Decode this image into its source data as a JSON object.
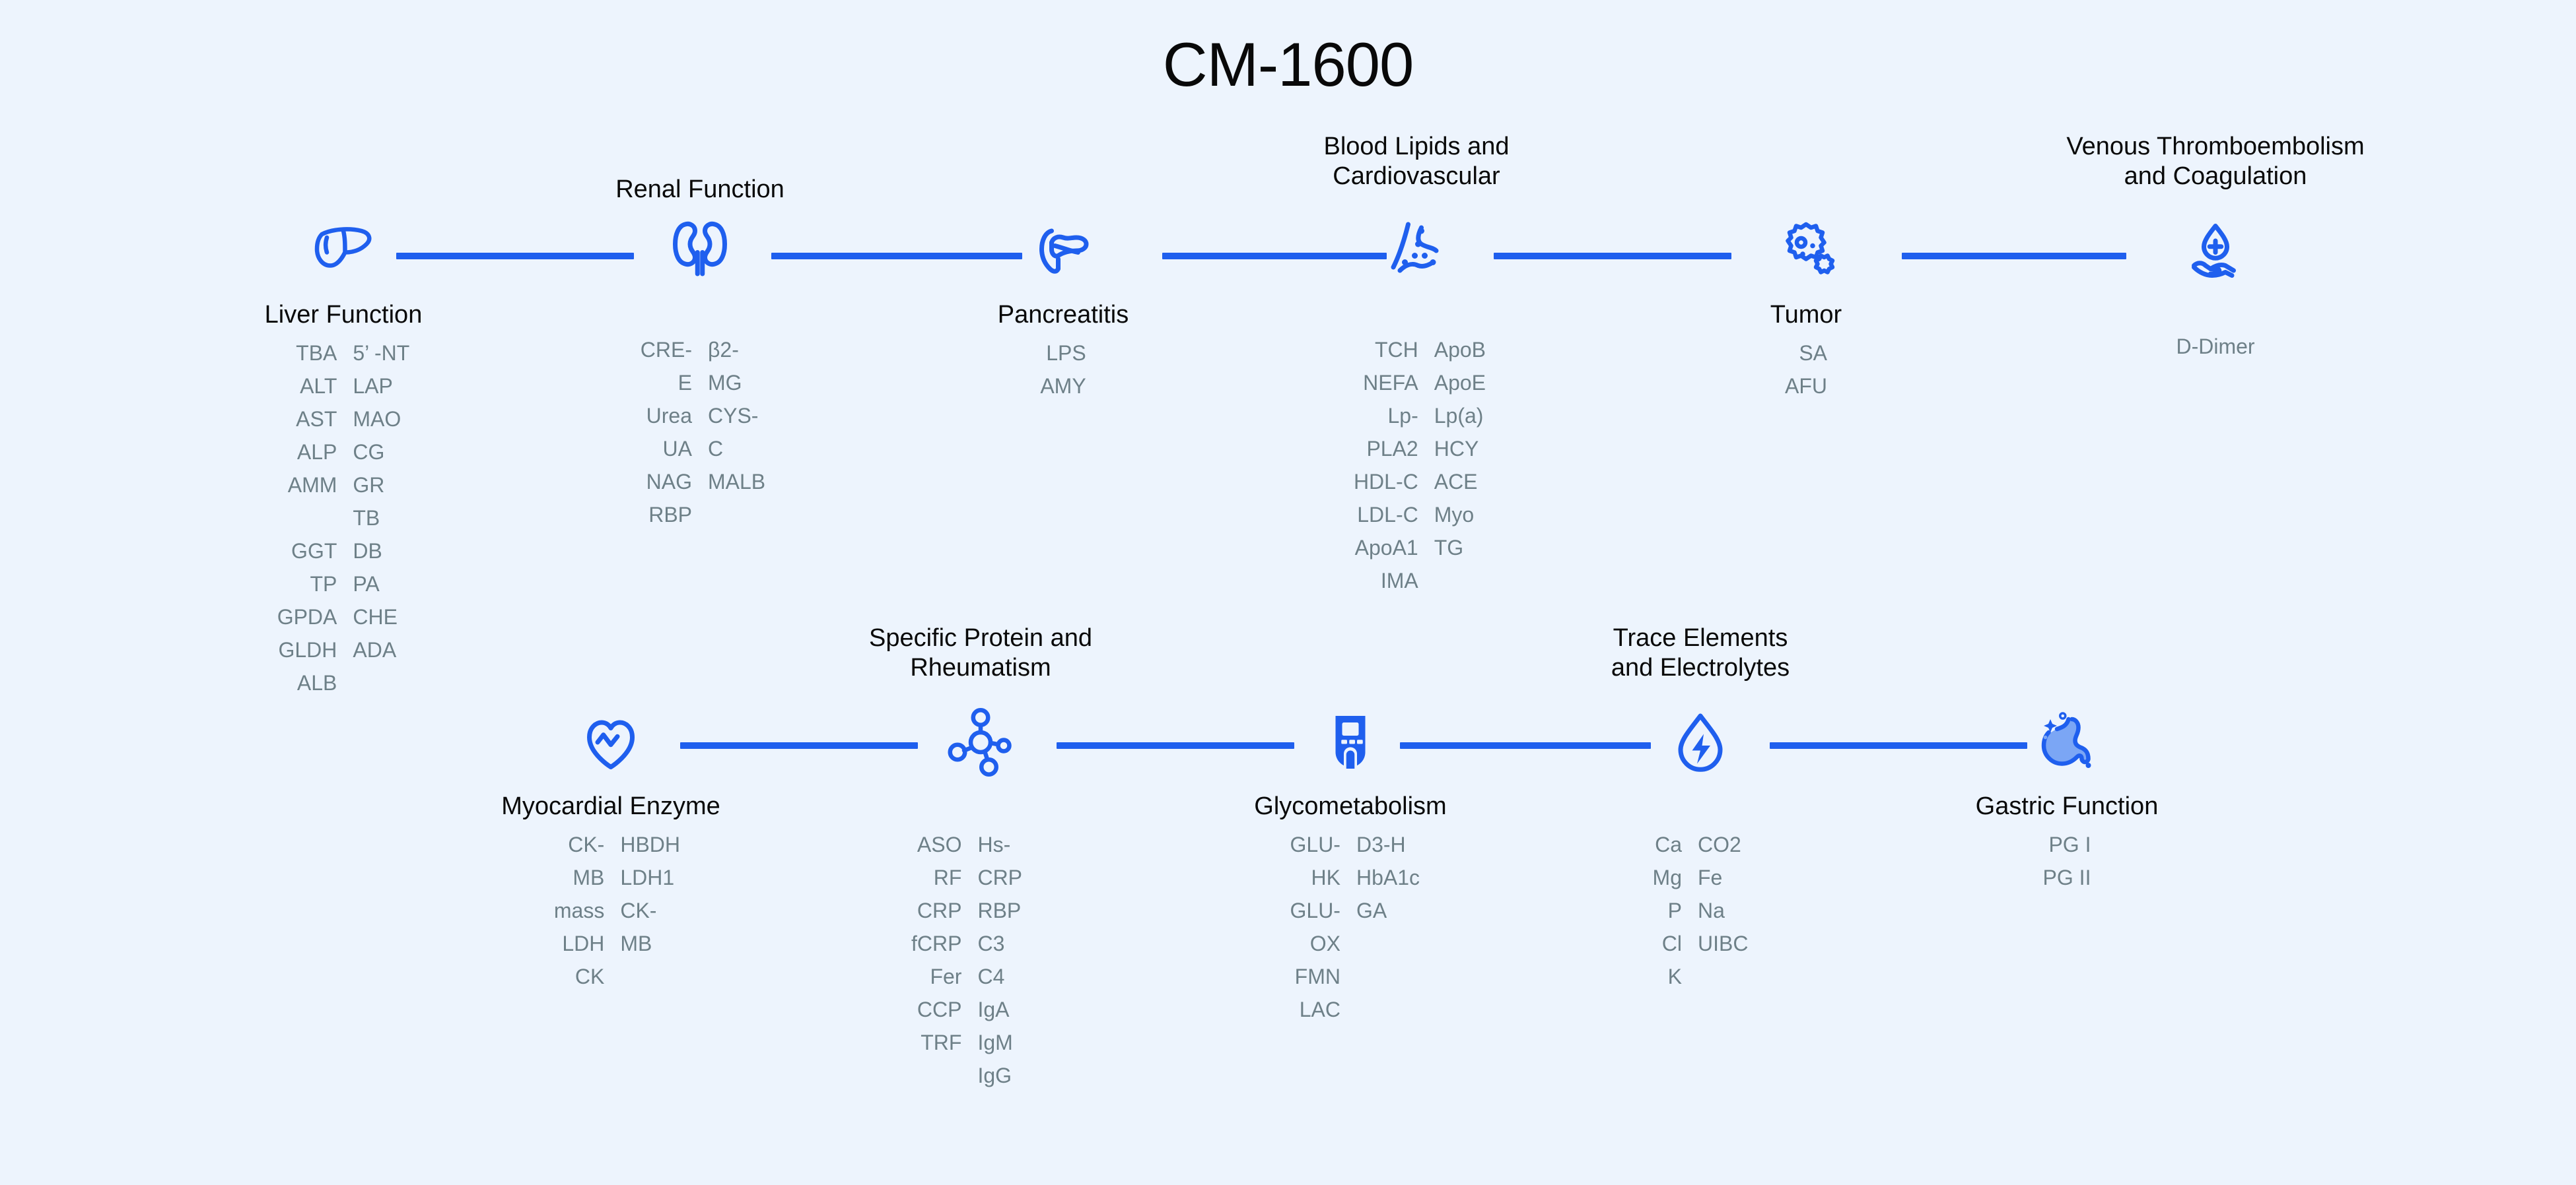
{
  "page": {
    "title": "CM-1600",
    "background": "#edf4fd",
    "accent": "#1f5fee",
    "title_color": "#090909",
    "item_color": "#6e8088"
  },
  "rows": [
    {
      "name": "top-row",
      "nodes": [
        {
          "id": "liver-function",
          "title": "Liver Function",
          "icon": "liver-icon",
          "title_position": "below",
          "columns": [
            {
              "items": [
                "TBA",
                "ALT",
                "AST",
                "ALP",
                "AMM",
                "",
                "GGT",
                "TP",
                "GPDA",
                "GLDH",
                "ALB"
              ]
            },
            {
              "items": [
                "5’ -NT",
                "LAP",
                "MAO",
                "CG",
                "GR",
                "TB",
                "DB",
                "PA",
                "CHE",
                "ADA"
              ]
            }
          ]
        },
        {
          "id": "renal-function",
          "title": "Renal Function",
          "icon": "kidneys-icon",
          "title_position": "above",
          "columns": [
            {
              "items": [
                "CRE-E",
                "Urea",
                "UA",
                "NAG",
                "RBP"
              ]
            },
            {
              "items": [
                "β2-MG",
                "CYS-C",
                "MALB"
              ]
            }
          ]
        },
        {
          "id": "pancreatitis",
          "title": "Pancreatitis",
          "icon": "pancreas-icon",
          "title_position": "below",
          "columns": [
            {
              "items": [
                "LPS",
                "AMY"
              ]
            },
            {
              "items": []
            }
          ]
        },
        {
          "id": "blood-lipids-and-cardiovascular",
          "title": "Blood Lipids and\nCardiovascular",
          "icon": "artery-icon",
          "title_position": "above",
          "columns": [
            {
              "items": [
                "TCH",
                "NEFA",
                "Lp-PLA2",
                "HDL-C",
                "LDL-C",
                "ApoA1",
                "IMA"
              ]
            },
            {
              "items": [
                "ApoB",
                "ApoE",
                "Lp(a)",
                "HCY",
                "ACE",
                "Myo",
                "TG"
              ]
            }
          ]
        },
        {
          "id": "tumor",
          "title": "Tumor",
          "icon": "tumor-cell-icon",
          "title_position": "below",
          "columns": [
            {
              "items": [
                "SA",
                "AFU"
              ]
            },
            {
              "items": []
            }
          ]
        },
        {
          "id": "venous-thromboembolism-and-coagulation",
          "title": "Venous Thromboembolism\nand Coagulation",
          "icon": "blood-drop-hand-icon",
          "title_position": "above",
          "columns": [
            {
              "items": [
                "D-Dimer"
              ]
            },
            {
              "items": []
            }
          ]
        }
      ]
    },
    {
      "name": "bottom-row",
      "nodes": [
        {
          "id": "myocardial-enzyme",
          "title": "Myocardial Enzyme",
          "icon": "heart-pulse-icon",
          "title_position": "below",
          "columns": [
            {
              "items": [
                "CK-MB mass",
                "LDH",
                "CK"
              ]
            },
            {
              "items": [
                "HBDH",
                "LDH1",
                "CK-MB"
              ]
            }
          ]
        },
        {
          "id": "specific-protein-and-rheumatism",
          "title": "Specific Protein and\nRheumatism",
          "icon": "molecule-icon",
          "title_position": "above",
          "columns": [
            {
              "items": [
                "ASO",
                "RF",
                "CRP",
                "fCRP",
                "Fer",
                "CCP",
                "TRF"
              ]
            },
            {
              "items": [
                "Hs-CRP",
                "RBP",
                "C3",
                "C4",
                "IgA",
                "IgM",
                "IgG"
              ]
            }
          ]
        },
        {
          "id": "glycometabolism",
          "title": "Glycometabolism",
          "icon": "glucometer-icon",
          "title_position": "below",
          "columns": [
            {
              "items": [
                "GLU-HK",
                "GLU-OX",
                "FMN",
                "LAC"
              ]
            },
            {
              "items": [
                "D3-H",
                "HbA1c",
                "GA"
              ]
            }
          ]
        },
        {
          "id": "trace-elements-and-electrolytes",
          "title": "Trace Elements\nand Electrolytes",
          "icon": "droplet-bolt-icon",
          "title_position": "above",
          "columns": [
            {
              "items": [
                "Ca",
                "Mg",
                "P",
                "Cl",
                "K"
              ]
            },
            {
              "items": [
                "CO2",
                "Fe",
                "Na",
                "UIBC"
              ]
            }
          ]
        },
        {
          "id": "gastric-function",
          "title": "Gastric Function",
          "icon": "stomach-icon",
          "title_position": "below",
          "columns": [
            {
              "items": [
                "PG I",
                "PG II"
              ]
            },
            {
              "items": []
            }
          ]
        }
      ]
    }
  ]
}
